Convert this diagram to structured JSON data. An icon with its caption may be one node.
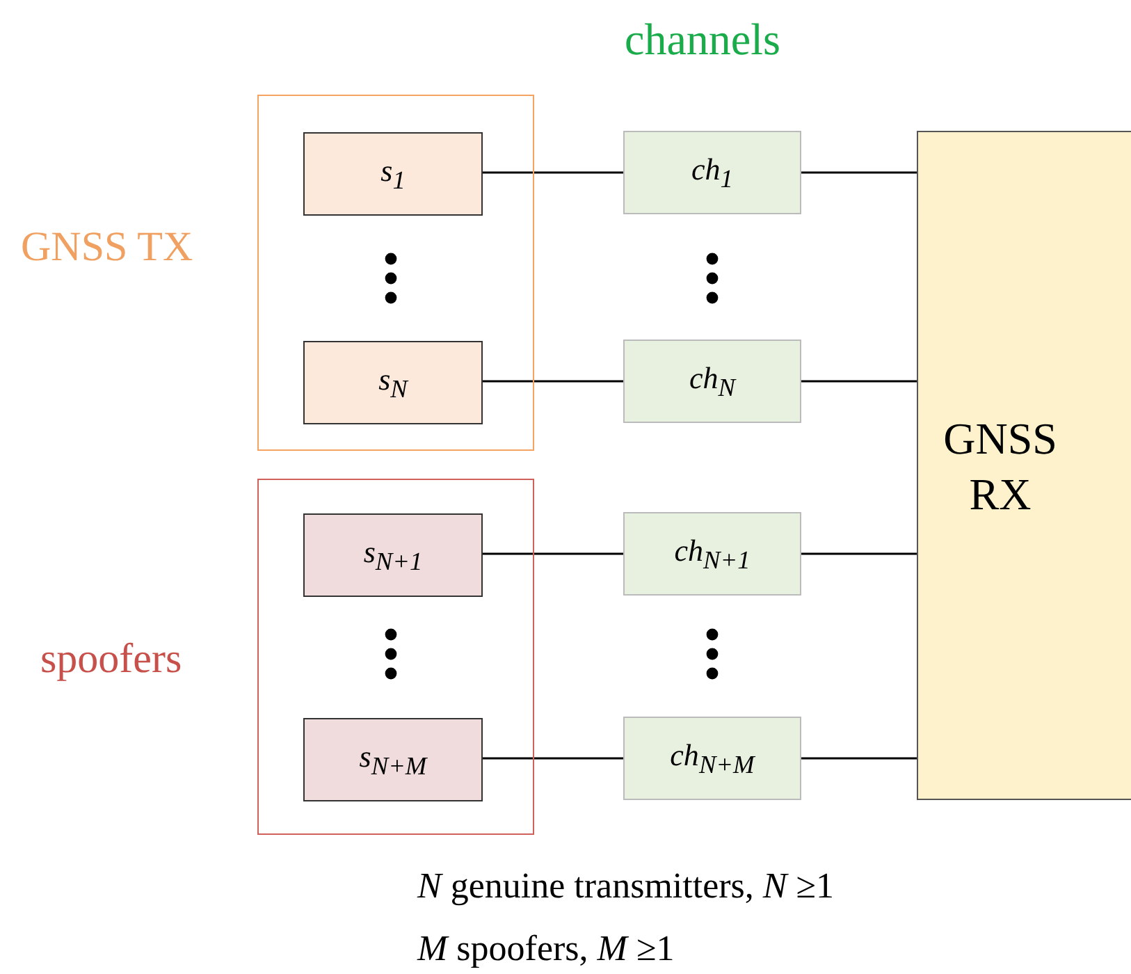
{
  "diagram": {
    "nodes": [
      {
        "text": [
          "GNSS TX"
        ]
      },
      {
        "text": [
          "s$_{1}$"
        ],
        "in": 0
      },
      {
        "text": [
          "s$_{N}$"
        ],
        "in": 0
      },
      {
        "text": [
          "spoofers"
        ]
      },
      {
        "text": [
          "s$_{N+1}$"
        ],
        "in": 3
      },
      {
        "text": [
          "s$_{N+M}$"
        ],
        "in": 3
      },
      {
        "text": [
          "ch$_{1}$"
        ]
      },
      {
        "text": [
          "ch$_{N}$"
        ]
      },
      {
        "text": [
          "ch$_{N+1}$"
        ]
      },
      {
        "text": [
          "ch$_{N+M}$"
        ]
      },
      {
        "text": [
          "GNSS RX"
        ]
      }
    ],
    "edges": [
      {
        "from": 1,
        "to": 6,
        "arrow": "none"
      },
      {
        "from": 6,
        "to": 10,
        "arrow": "none"
      },
      {
        "from": 2,
        "to": 7,
        "arrow": "none"
      },
      {
        "from": 7,
        "to": 10,
        "arrow": "none"
      },
      {
        "from": 4,
        "to": 8,
        "arrow": "none"
      },
      {
        "from": 8,
        "to": 10,
        "arrow": "none"
      },
      {
        "from": 5,
        "to": 9,
        "arrow": "none"
      },
      {
        "from": 9,
        "to": 10,
        "arrow": "none"
      }
    ],
    "labels": [
      "channels",
      "*N* genuine transmitters, *N* ≥1",
      "*M* spoofers, *M* ≥1"
    ]
  }
}
